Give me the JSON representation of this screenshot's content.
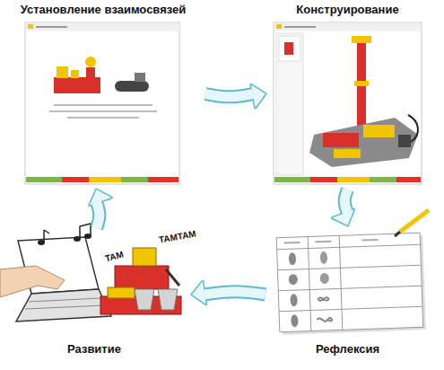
{
  "diagram": {
    "nodes": [
      {
        "text": [
          "Установление взаимосвязей"
        ]
      },
      {
        "text": [
          "Конструирование"
        ]
      },
      {
        "text": [
          "Рефлексия"
        ]
      },
      {
        "text": [
          "Развитие"
        ]
      }
    ],
    "edges": [
      {
        "from": 0,
        "to": 1,
        "arrow": "to"
      },
      {
        "from": 1,
        "to": 2,
        "arrow": "to"
      },
      {
        "from": 2,
        "to": 3,
        "arrow": "to"
      },
      {
        "from": 3,
        "to": 0,
        "arrow": "to"
      }
    ],
    "labels": [
      "TAM",
      "TAMTAM"
    ]
  }
}
